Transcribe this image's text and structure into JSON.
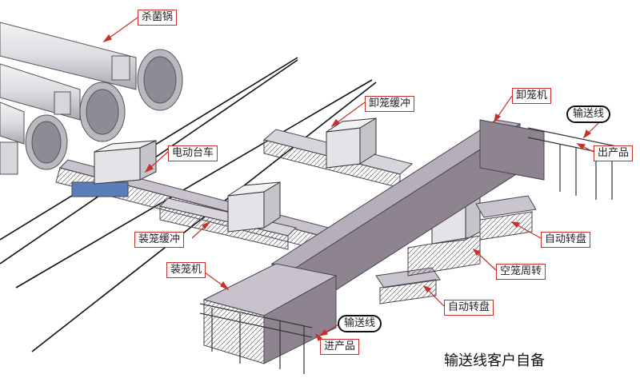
{
  "labels": {
    "sterilizer": "杀菌锅",
    "electric_cart": "电动台车",
    "cage_buffer_load": "装笼缓冲",
    "cage_loader": "装笼机",
    "cage_buffer_unload": "卸笼缓冲",
    "cage_unloader": "卸笼机",
    "conveyor_out": "输送线",
    "product_out": "出产品",
    "auto_turntable_1": "自动转盘",
    "empty_cage_turn": "空笼周转",
    "auto_turntable_2": "自动转盘",
    "conveyor_in": "输送线",
    "product_in": "进产品"
  },
  "note": "输送线客户自备",
  "colors": {
    "callout_border": "#c8302a",
    "leader": "#c8302a",
    "frame_fill": "#8e8490",
    "frame_stroke": "#4a4450",
    "vessel_fill": "#e6e6ea",
    "rail": "#111111"
  }
}
